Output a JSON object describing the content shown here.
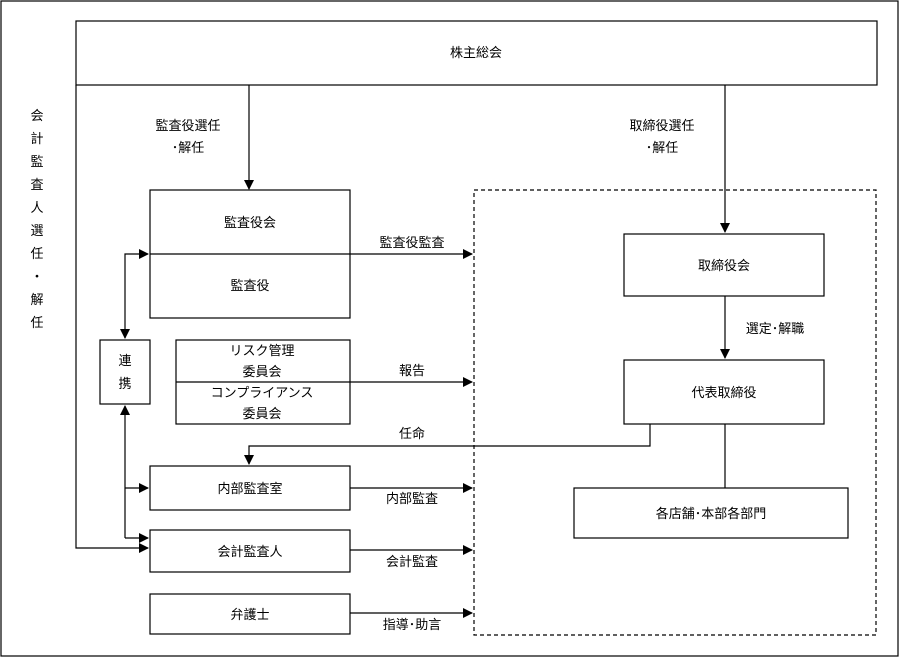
{
  "nodes": {
    "shareholders_meeting": "株主総会",
    "audit_board": "監査役会",
    "auditor": "監査役",
    "risk_committee_1": "リスク管理",
    "risk_committee_2": "委員会",
    "compliance_committee_1": "コンプライアンス",
    "compliance_committee_2": "委員会",
    "coordination_1": "連",
    "coordination_2": "携",
    "internal_audit_office": "内部監査室",
    "accounting_auditor": "会計監査人",
    "lawyer": "弁護士",
    "board_of_directors": "取締役会",
    "representative_director": "代表取締役",
    "stores_departments": "各店舗･本部各部門"
  },
  "labels": {
    "auditor_election_1": "監査役選任",
    "auditor_election_2": "･解任",
    "director_election_1": "取締役選任",
    "director_election_2": "･解任",
    "accounting_auditor_election": [
      "会",
      "計",
      "監",
      "査",
      "人",
      "選",
      "任",
      "・",
      "解",
      "任"
    ],
    "auditor_audit": "監査役監査",
    "report": "報告",
    "appointment": "任命",
    "internal_audit": "内部監査",
    "accounting_audit": "会計監査",
    "guidance_advice": "指導･助言",
    "selection_dismissal": "選定･解職"
  }
}
